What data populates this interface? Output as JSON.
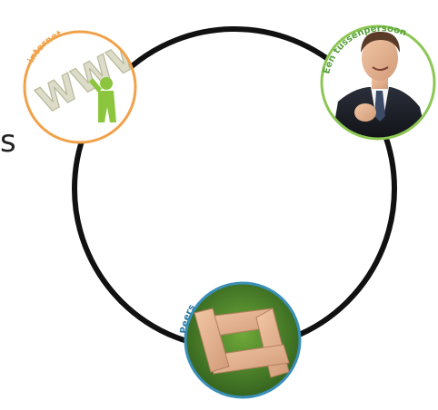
{
  "nodes": {
    "internet": {
      "label": "internet",
      "ring_color": "#f0a24a"
    },
    "intermediary": {
      "label": "Een tussenpersoon",
      "ring_color": "#8cc653"
    },
    "peers": {
      "label": "Peers",
      "ring_color": "#3a8fb7"
    }
  },
  "stray_text": "s",
  "colors": {
    "cycle": "#111111",
    "www_text": "#d8d8c8",
    "figure_green": "#8cc63f"
  }
}
